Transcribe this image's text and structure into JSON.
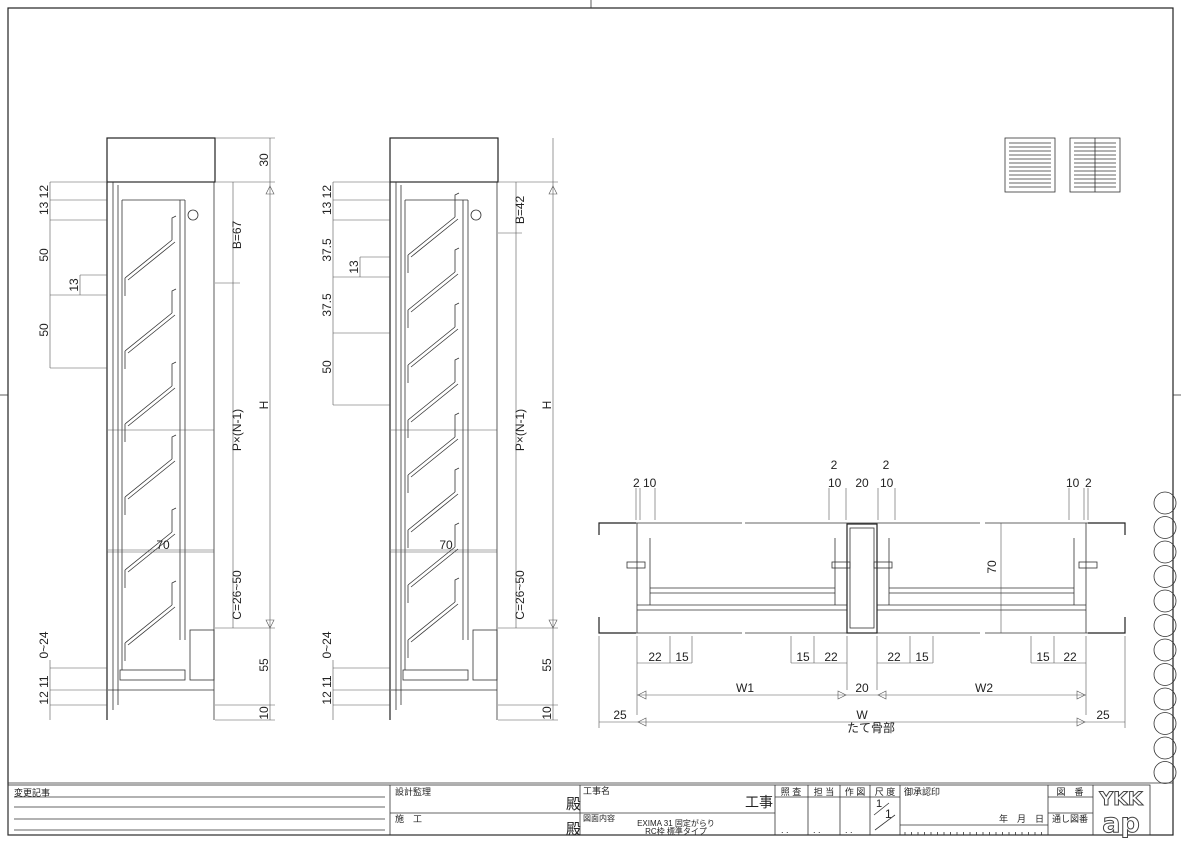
{
  "drawing_a": {
    "left_dims": [
      "13 12",
      "50",
      "13",
      "50",
      "0~24",
      "12 11"
    ],
    "right_dims": [
      "30",
      "B=67",
      "P×(N-1)",
      "C=26~50",
      "H",
      "55",
      "10"
    ],
    "width_dim": "70"
  },
  "drawing_b": {
    "left_dims": [
      "13 12",
      "37.5",
      "13",
      "37.5",
      "50",
      "0~24",
      "12 11"
    ],
    "right_dims": [
      "B=42",
      "P×(N-1)",
      "C=26~50",
      "H",
      "55",
      "10"
    ],
    "width_dim": "70"
  },
  "section": {
    "top_dims": [
      "2",
      "10",
      "2",
      "10",
      "20",
      "2",
      "10",
      "10",
      "2"
    ],
    "bottom_dims": [
      "22",
      "15",
      "15",
      "22",
      "22",
      "15",
      "15",
      "22"
    ],
    "height_dim": "70",
    "w1": "W1",
    "mullion": "20",
    "w2": "W2",
    "w": "W",
    "left_margin": "25",
    "right_margin": "25",
    "caption": "たて骨部"
  },
  "title_block": {
    "revisions": "変更記事",
    "supervisor": "設計監理",
    "constructor": "施　工",
    "honorific": "殿",
    "project_name_label": "工事名",
    "project_suffix": "工事",
    "contents_label": "図面内容",
    "contents_line1": "EXIMA 31 固定がらり",
    "contents_line2": "RC枠 標準タイプ",
    "check": "照 査",
    "charge": "担 当",
    "drafter": "作 図",
    "scale_label": "尺 度",
    "scale_num": "1",
    "scale_den": "1",
    "approval": "御承認印",
    "date": "年　月　日",
    "drawing_no": "図　番",
    "serial_no": "通し図番",
    "dots": ". .",
    "logo_top": "YKK",
    "logo_bottom": "ap"
  }
}
